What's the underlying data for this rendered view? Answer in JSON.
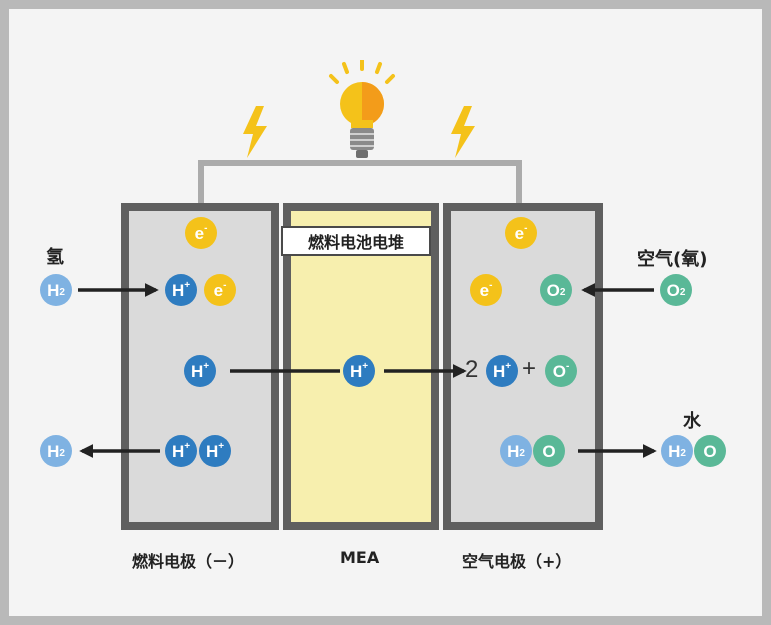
{
  "colors": {
    "electron": "#f4c21a",
    "hydrogen_ion": "#2e7cc0",
    "hydrogen_molecule": "#7fb2e2",
    "oxygen": "#5ab897",
    "mea": "#f7efae",
    "electrode": "#dadada"
  },
  "icons": [
    "light-bulb-icon",
    "lightning-bolt-icon"
  ],
  "mea_title": "燃料电池电堆",
  "labels": {
    "hydrogen": "氢",
    "air": "空气(氧)",
    "water": "水",
    "fuel_electrode": "燃料电极（－）",
    "mea": "MEA",
    "air_electrode": "空气电极（+）"
  },
  "particles": {
    "e": "e",
    "h": "H",
    "o": "O",
    "minus": "-",
    "plus": "+",
    "two": "2"
  },
  "equation": {
    "coef": "2",
    "plus": "+"
  }
}
